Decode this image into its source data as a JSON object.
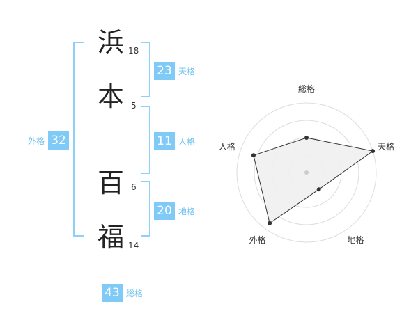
{
  "name": {
    "chars": [
      "浜",
      "本",
      "百",
      "福"
    ],
    "strokes": [
      "18",
      "5",
      "6",
      "14"
    ]
  },
  "fortune": {
    "tenkaku": {
      "value": "23",
      "label": "天格"
    },
    "jinkaku": {
      "value": "11",
      "label": "人格"
    },
    "chikaku": {
      "value": "20",
      "label": "地格"
    },
    "gaikaku": {
      "value": "32",
      "label": "外格"
    },
    "soukaku": {
      "value": "43",
      "label": "総格"
    }
  },
  "chart_data": {
    "type": "radar",
    "axes": [
      "総格",
      "天格",
      "地格",
      "外格",
      "人格"
    ],
    "values": [
      0.5,
      1.0,
      0.3,
      0.9,
      0.8
    ],
    "rings": 4,
    "colors": {
      "fill": "#efefef",
      "line": "#333333",
      "ring": "#dddddd",
      "point": "#333333",
      "center": "#cccccc"
    }
  }
}
